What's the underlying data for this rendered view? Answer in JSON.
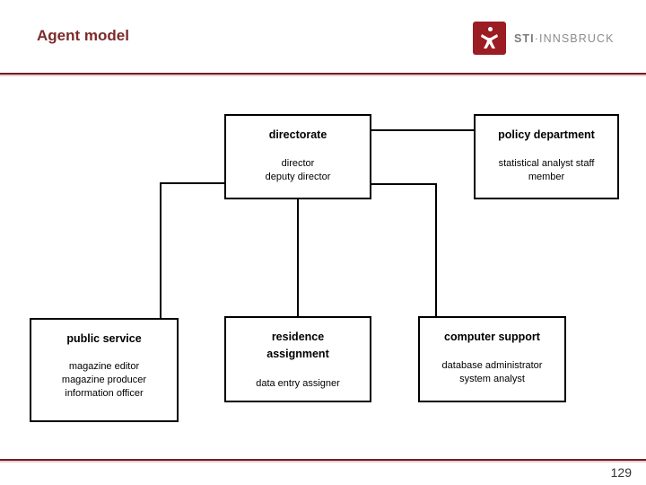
{
  "header": {
    "title": "Agent model",
    "logo": {
      "mark_name": "sti-figure-mark",
      "text_bold": "STI",
      "text_separator": "·",
      "text_rest": "INNSBRUCK",
      "mark_color": "#9B1C22"
    },
    "rule_color": "#6E1F25",
    "rule_accent_color": "#E8CFD0"
  },
  "footer": {
    "page_number": "129"
  },
  "diagram": {
    "type": "org-chart",
    "nodes": [
      {
        "id": "directorate",
        "title": "directorate",
        "roles": "director\ndeputy director"
      },
      {
        "id": "policy-department",
        "title": "policy department",
        "roles": "statistical analyst staff member"
      },
      {
        "id": "public-service",
        "title": "public service",
        "roles": "magazine editor\nmagazine producer\ninformation officer"
      },
      {
        "id": "residence-assignment",
        "title": "residence\nassignment",
        "roles": "data entry assigner"
      },
      {
        "id": "computer-support",
        "title": "computer support",
        "roles": "database administrator\nsystem analyst"
      }
    ]
  }
}
